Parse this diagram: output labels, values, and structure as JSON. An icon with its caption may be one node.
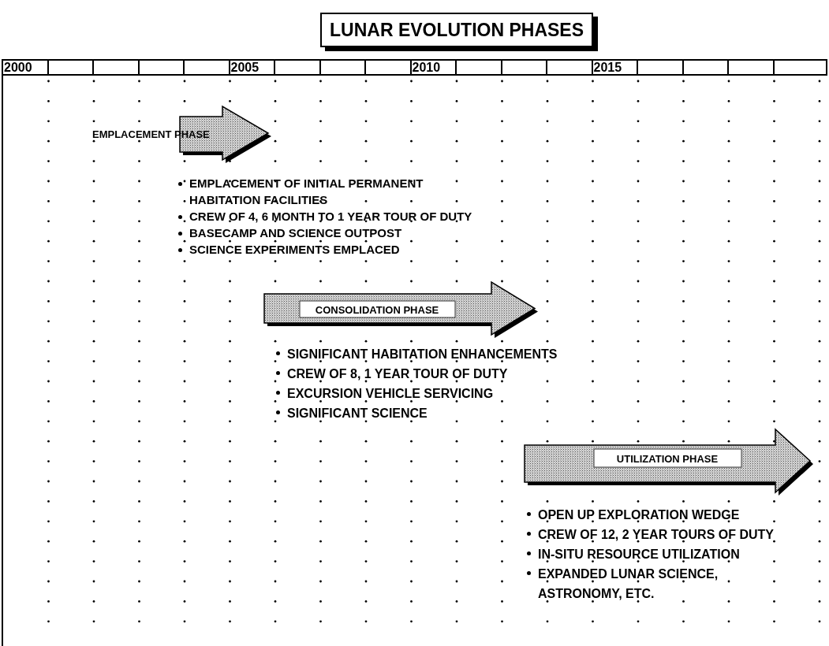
{
  "diagram": {
    "title": "LUNAR EVOLUTION PHASES",
    "nodes": [
      {
        "text": [
          "EMPLACEMENT PHASE"
        ],
        "beside": [
          "EMPLACEMENT OF INITIAL PERMANENT HABITATION FACILITIES",
          "CREW OF 4, 6 MONTH TO 1 YEAR TOUR OF DUTY",
          "BASECAMP AND SCIENCE OUTPOST",
          "SCIENCE EXPERIMENTS EMPLACED"
        ]
      },
      {
        "text": [
          "CONSOLIDATION PHASE"
        ],
        "beside": [
          "SIGNIFICANT HABITATION ENHANCEMENTS",
          "CREW OF 8, 1 YEAR TOUR OF DUTY",
          "EXCURSION VEHICLE SERVICING",
          "SIGNIFICANT SCIENCE"
        ]
      },
      {
        "text": [
          "UTILIZATION PHASE"
        ],
        "beside": [
          "OPEN UP EXPLORATION WEDGE",
          "CREW OF 12, 2 YEAR TOURS OF DUTY",
          "IN-SITU RESOURCE UTILIZATION",
          "EXPANDED LUNAR SCIENCE, ASTRONOMY, ETC."
        ]
      }
    ],
    "edges": [],
    "labels": [
      "2000",
      "2005",
      "2010",
      "2015"
    ]
  }
}
